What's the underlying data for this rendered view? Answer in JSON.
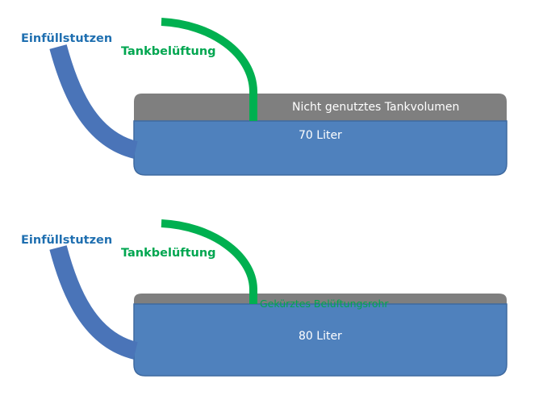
{
  "colors": {
    "tank_blue": "#4f81bd",
    "tank_outline": "#3f6aa0",
    "air_gray": "#7f7f7f",
    "fill_pipe": "#4a74b8",
    "vent_green": "#00b050",
    "fill_label": "#1f6fb0",
    "vent_label": "#00a650",
    "tank_text": "#ffffff"
  },
  "tank_top": {
    "fill_neck_label": "Einfüllstutzen",
    "vent_label": "Tankbelüftung",
    "unused_volume_label": "Nicht genutztes Tankvolumen",
    "volume_label": "70 Liter",
    "volume_liters": 70
  },
  "tank_bottom": {
    "fill_neck_label": "Einfüllstutzen",
    "vent_label": "Tankbelüftung",
    "vent_pipe_note": "Gekürztes Belüftungsrohr",
    "volume_label": "80 Liter",
    "volume_liters": 80
  }
}
